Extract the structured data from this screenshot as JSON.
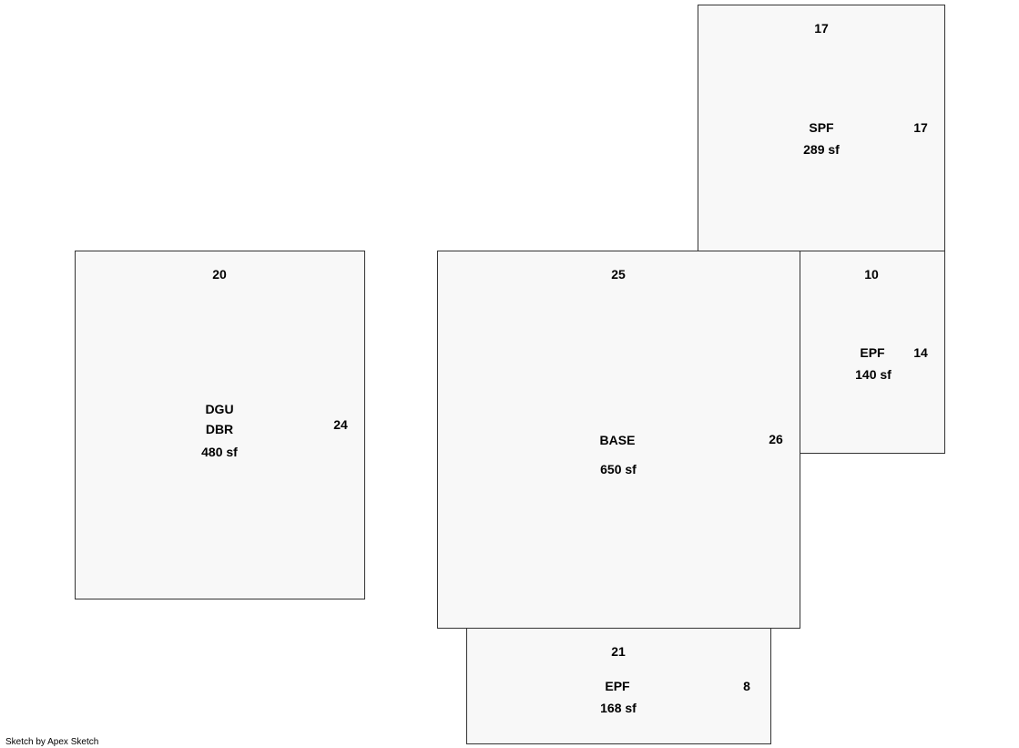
{
  "sketch": {
    "areas": {
      "spf": {
        "name": "SPF",
        "area": "289 sf",
        "dimensions": {
          "top": "17",
          "right": "17"
        }
      },
      "dgu_dbr": {
        "name_line1": "DGU",
        "name_line2": "DBR",
        "area": "480 sf",
        "dimensions": {
          "top": "20",
          "right": "24"
        }
      },
      "base": {
        "name": "BASE",
        "area": "650 sf",
        "dimensions": {
          "top": "25",
          "right": "26"
        }
      },
      "epf_right": {
        "name": "EPF",
        "area": "140 sf",
        "dimensions": {
          "top": "10",
          "right": "14"
        }
      },
      "epf_bottom": {
        "name": "EPF",
        "area": "168 sf",
        "dimensions": {
          "top": "21",
          "right": "8"
        }
      }
    },
    "credit": "Sketch by Apex Sketch"
  }
}
